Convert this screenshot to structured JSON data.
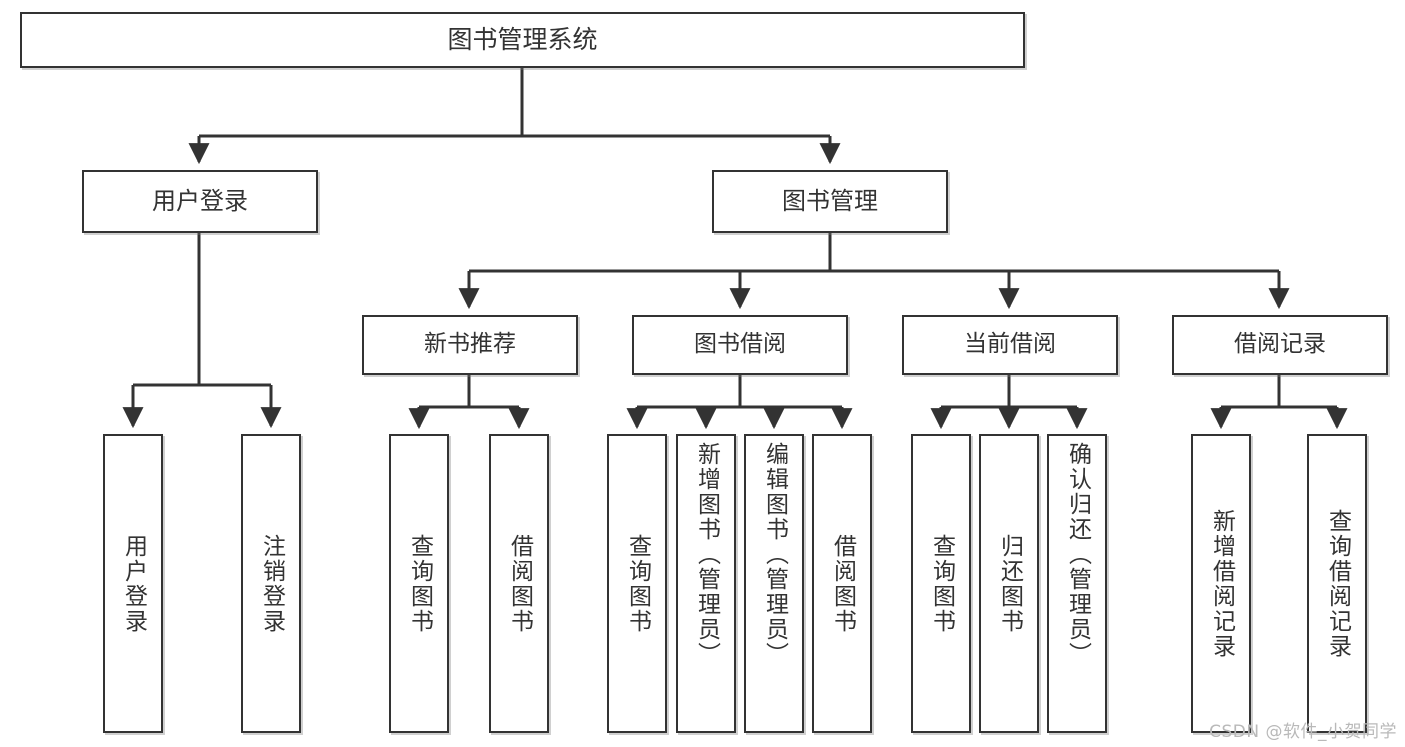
{
  "diagram": {
    "title": "图书管理系统",
    "type": "tree",
    "watermark": "CSDN @软件_小贺同学",
    "line_color": "#333333",
    "box_fill": "#ffffff",
    "box_border": "#333333",
    "nodes": {
      "root": {
        "label": "图书管理系统"
      },
      "level2": [
        {
          "id": "user-login",
          "label": "用户登录"
        },
        {
          "id": "book-manage",
          "label": "图书管理"
        }
      ],
      "level3": [
        {
          "id": "new-book-rec",
          "label": "新书推荐"
        },
        {
          "id": "book-borrow",
          "label": "图书借阅"
        },
        {
          "id": "current-borrow",
          "label": "当前借阅"
        },
        {
          "id": "borrow-record",
          "label": "借阅记录"
        }
      ],
      "leaves": {
        "user_login": [
          {
            "id": "leaf-user-login",
            "label": "用户登录"
          },
          {
            "id": "leaf-logout-login",
            "label": "注销登录"
          }
        ],
        "new_book_rec": [
          {
            "id": "leaf-query-book-1",
            "label": "查询图书"
          },
          {
            "id": "leaf-borrow-book-1",
            "label": "借阅图书"
          }
        ],
        "book_borrow": [
          {
            "id": "leaf-query-book-2",
            "label": "查询图书"
          },
          {
            "id": "leaf-add-book",
            "label": "新增图书（管理员）"
          },
          {
            "id": "leaf-edit-book",
            "label": "编辑图书（管理员）"
          },
          {
            "id": "leaf-borrow-book-2",
            "label": "借阅图书"
          }
        ],
        "current_borrow": [
          {
            "id": "leaf-query-book-3",
            "label": "查询图书"
          },
          {
            "id": "leaf-return-book",
            "label": "归还图书"
          },
          {
            "id": "leaf-confirm-return",
            "label": "确认归还（管理员）"
          }
        ],
        "borrow_record": [
          {
            "id": "leaf-add-record",
            "label": "新增借阅记录"
          },
          {
            "id": "leaf-query-record",
            "label": "查询借阅记录"
          }
        ]
      }
    }
  }
}
